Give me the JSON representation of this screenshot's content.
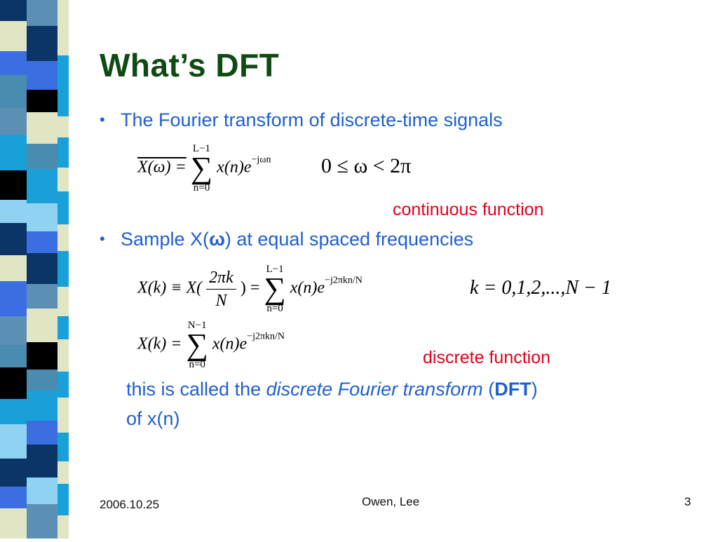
{
  "slide": {
    "title": "What’s DFT",
    "bullets": [
      {
        "text": "The Fourier transform of discrete-time signals"
      },
      {
        "pre": "Sample X(",
        "bold": "ω",
        "post": ") at equal spaced frequencies"
      }
    ],
    "notes": {
      "continuous": "continuous function",
      "discrete": "discrete function"
    },
    "summary": {
      "pre": "this is called the ",
      "italic": "discrete Fourier transform",
      "mid": " (",
      "bold": "DFT",
      "post": ")",
      "line2": "of x(n)"
    },
    "equations": {
      "eq1_lhs": "X(ω) =",
      "eq1_sum_top": "L−1",
      "eq1_sum_bot": "n=0",
      "eq1_body": "x(n)e",
      "eq1_exp": "−jωn",
      "eq1_range": "0 ≤ ω < 2π",
      "eq2_lhs": "X(k) ≡ X(",
      "eq2_num": "2πk",
      "eq2_den": "N",
      "eq2_mid": ") =",
      "eq2_sum_top": "L−1",
      "eq2_sum_bot": "n=0",
      "eq2_body": "x(n)e",
      "eq2_exp": "−j2πkn/N",
      "eq2_range": "k = 0,1,2,...,N − 1",
      "eq3_lhs": "X(k) =",
      "eq3_sum_top": "N−1",
      "eq3_sum_bot": "n=0",
      "eq3_body": "x(n)e",
      "eq3_exp": "−j2πkn/N"
    }
  },
  "footer": {
    "date": "2006.10.25",
    "author": "Owen, Lee",
    "page": "3"
  },
  "colors": {
    "title": "#0e4a12",
    "text": "#1f5fd0",
    "accent": "#e3001b",
    "stripe": [
      "#5b8fb3",
      "#0a3566",
      "#3b6ee0",
      "#000000",
      "#e2e5c3",
      "#4a8cb0",
      "#1aa0d8",
      "#8fd2f2"
    ]
  }
}
